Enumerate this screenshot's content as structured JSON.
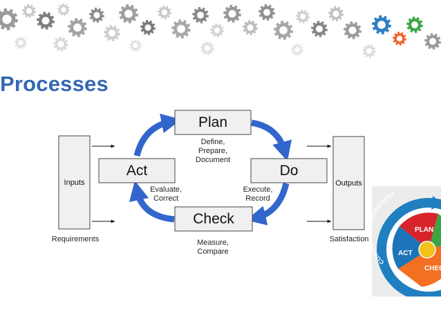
{
  "header": {
    "title": "Processes"
  },
  "diagram": {
    "stages": {
      "plan": "Plan",
      "do": "Do",
      "check": "Check",
      "act": "Act"
    },
    "notes": {
      "plan": [
        "Define,",
        "Prepare,",
        "Document"
      ],
      "do": [
        "Execute,",
        "Record"
      ],
      "check": [
        "Measure,",
        "Compare"
      ],
      "act": [
        "Evaluate,",
        "Correct"
      ]
    },
    "inputs": {
      "label": "Inputs",
      "caption": "Requirements"
    },
    "outputs": {
      "label": "Outputs",
      "caption": "Satisfaction"
    },
    "colors": {
      "arrow": "#3366cc",
      "box_fill": "#f0f0f0",
      "box_border": "#444444"
    }
  },
  "badge": {
    "ring_text": "CONTINUAL IMPROVEMENT",
    "plan": "PLAN",
    "act": "ACT",
    "check": "CHEC",
    "colors": {
      "ring": "#1f7fc0",
      "plan": "#d8232a",
      "act": "#1d74b8",
      "check": "#f36f21",
      "do": "#3ba543",
      "center": "#f2c21b"
    }
  }
}
